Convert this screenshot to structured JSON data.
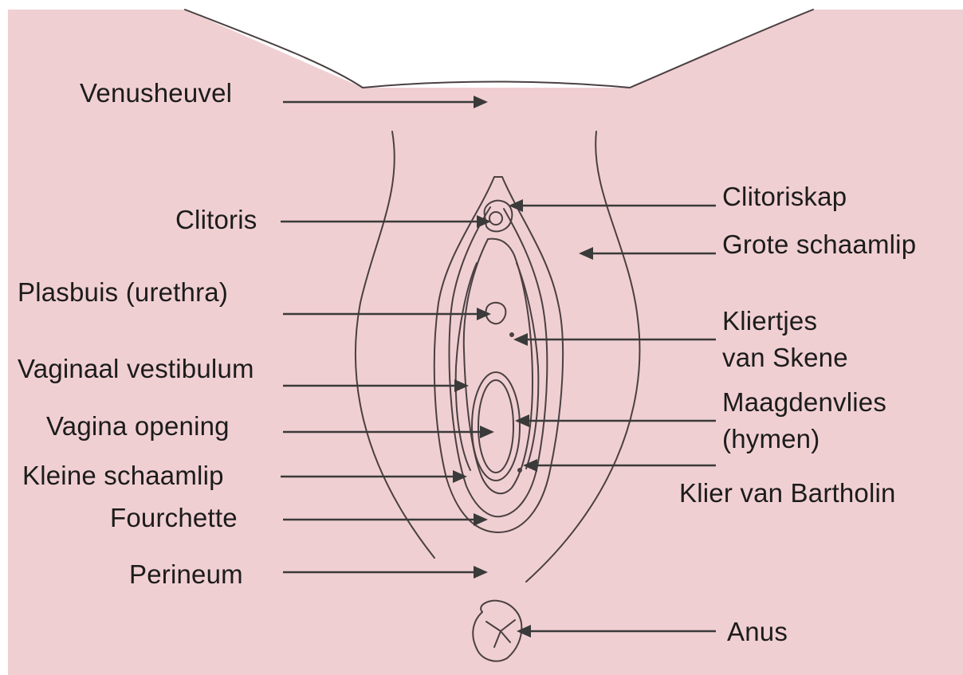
{
  "colors": {
    "skin": "#f0cfd2",
    "tissue": "#ecc6cb",
    "inner": "#e6b8bf",
    "line": "#3a3a3a"
  },
  "labels": {
    "venusheuvel": "Venusheuvel",
    "clitoris": "Clitoris",
    "plasbuis": "Plasbuis (urethra)",
    "vestibulum": "Vaginaal vestibulum",
    "vagina_opening": "Vagina opening",
    "kleine_schaamlip": "Kleine schaamlip",
    "fourchette": "Fourchette",
    "perineum": "Perineum",
    "clitoriskap": "Clitoriskap",
    "grote_schaamlip": "Grote schaamlip",
    "skene_line1": "Kliertjes",
    "skene_line2": "van Skene",
    "hymen_line1": "Maagdenvlies",
    "hymen_line2": "(hymen)",
    "bartholin": "Klier van Bartholin",
    "anus": "Anus"
  }
}
